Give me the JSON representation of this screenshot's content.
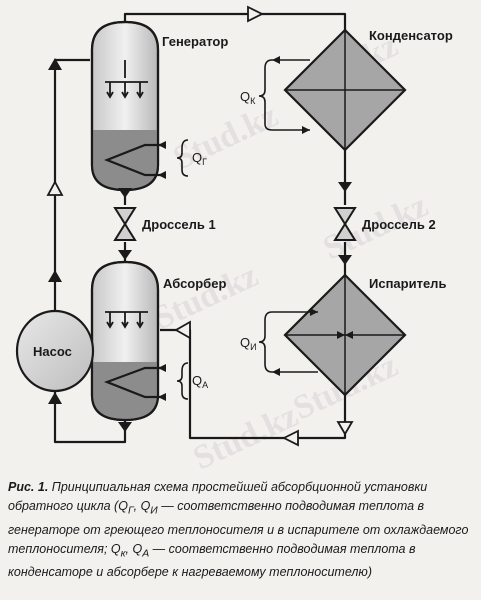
{
  "labels": {
    "generator": "Генератор",
    "condenser": "Конденсатор",
    "throttle1": "Дроссель 1",
    "throttle2": "Дроссель 2",
    "absorber": "Абсорбер",
    "evaporator": "Испаритель",
    "pump": "Насос"
  },
  "heat": {
    "q_letter": "Q",
    "g_sub": "Г",
    "k_sub": "К",
    "a_sub": "А",
    "i_sub": "И"
  },
  "watermark": "Stud.kz",
  "caption": {
    "fig": "Рис. 1.",
    "text": " Принципиальная схема простейшей абсорбционной установки обратного цикла (Q",
    "sub_g": "Г",
    "mid1": ", Q",
    "sub_i": "И",
    "mid2": " — соответственно подводимая теплота в генераторе от греющего теплоносителя и в испарителе от охлаждаемого теплоносителя; Q",
    "sub_k": "к",
    "mid3": ", Q",
    "sub_a": "А",
    "end": " — соответственно подводимая теплота в конденсаторе и абсорбере к нагреваемому теплоносителю)"
  },
  "colors": {
    "line": "#1a1a1a",
    "fill_light": "#d9d9d9",
    "fill_dark": "#8c8c8c",
    "fill_mid": "#b3b3b3"
  }
}
